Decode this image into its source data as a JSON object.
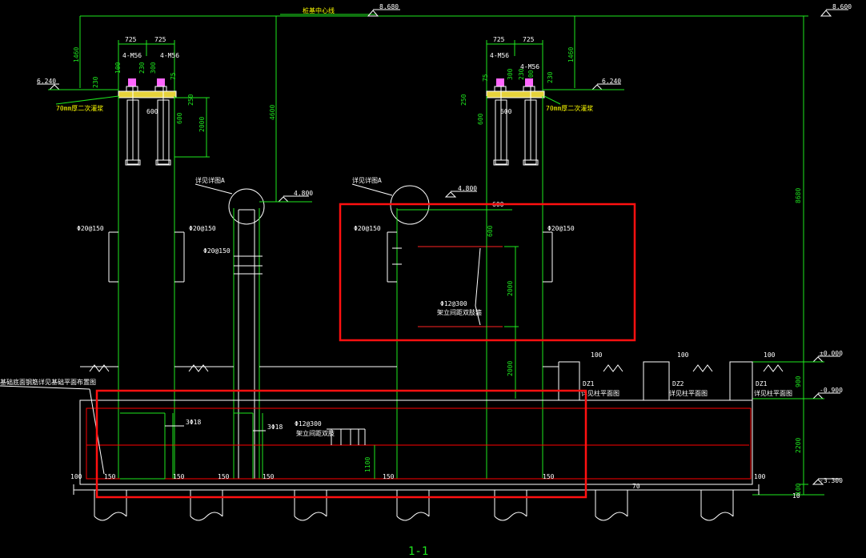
{
  "title": "1-1",
  "elevations": {
    "centerline": "桩基中心线",
    "top_left": "8.680",
    "top_right": "8.600",
    "plat_left": "6.240",
    "plat_right": "6.240",
    "mid_left": "4.800",
    "mid_right": "4.800",
    "ground": "±0.000",
    "base_top": "-0.900",
    "base_bottom": "-3.300"
  },
  "dims": {
    "w725": "725",
    "bolts": "4-M56",
    "d1460": "1460",
    "d230": "230",
    "d100": "100",
    "d300": "300",
    "d75": "75",
    "d250": "250",
    "d600": "600",
    "d2000": "2000",
    "d4600": "4600",
    "d8680": "8680",
    "d900": "900",
    "d2200": "2200",
    "d1100": "1100",
    "d150": "150",
    "d70": "70",
    "d10": "10"
  },
  "rebar": {
    "r20": "Φ20@150",
    "r12": "Φ12@300",
    "bars3": "3Φ18",
    "tie_note_left": "架立间距双肢",
    "tie_note_right": "架立间距双肢箍"
  },
  "labels": {
    "grout_left": "70mm厚二次灌浆",
    "grout_right": "70mm厚二次灌浆",
    "detail_left": "详见详图A",
    "detail_right": "详见详图A",
    "dz1": "DZ1",
    "dz2": "DZ2",
    "dz1b": "DZ1",
    "dz_note1": "详见柱平面图",
    "dz_note2": "详见柱平面图",
    "dz_note3": "详见柱平面图",
    "base_note": "基础底面钢筋详见基础平面布置图"
  }
}
